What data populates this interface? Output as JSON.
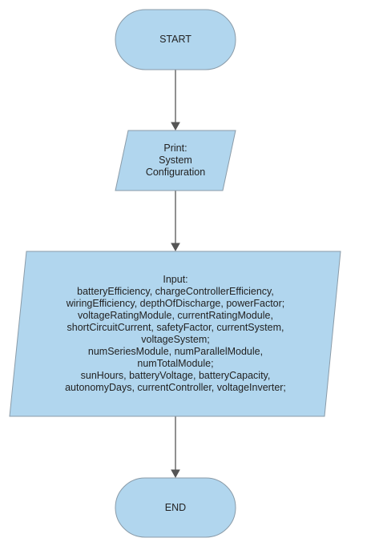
{
  "colors": {
    "node_fill": "#b1d6ee",
    "node_stroke": "#8a9ba8",
    "connector": "#555555",
    "text": "#222222"
  },
  "nodes": [
    {
      "id": "start",
      "shape": "terminator",
      "lines": [
        "START"
      ]
    },
    {
      "id": "print",
      "shape": "parallelogram",
      "lines": [
        "Print:",
        "System",
        "Configuration"
      ]
    },
    {
      "id": "input",
      "shape": "parallelogram",
      "lines": [
        "Input:",
        "batteryEfficiency, chargeControllerEfficiency,",
        "wiringEfficiency, depthOfDischarge, powerFactor;",
        "voltageRatingModule, currentRatingModule,",
        "shortCircuitCurrent, safetyFactor, currentSystem,",
        "voltageSystem;",
        "numSeriesModule, numParallelModule,",
        "numTotalModule;",
        "sunHours, batteryVoltage, batteryCapacity,",
        "autonomyDays, currentController, voltageInverter;"
      ]
    },
    {
      "id": "end",
      "shape": "terminator",
      "lines": [
        "END"
      ]
    }
  ],
  "edges": [
    {
      "from": "start",
      "to": "print"
    },
    {
      "from": "print",
      "to": "input"
    },
    {
      "from": "input",
      "to": "end"
    }
  ]
}
